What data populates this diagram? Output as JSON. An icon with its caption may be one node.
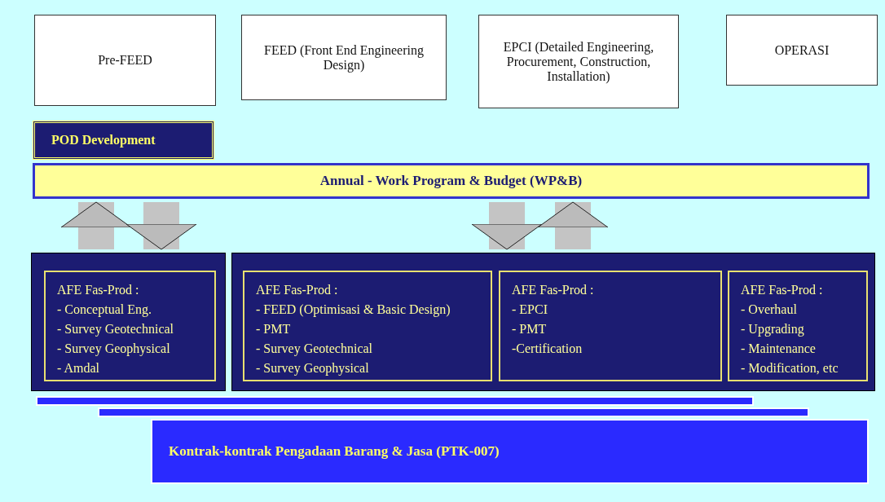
{
  "diagram": {
    "nodes": [
      {
        "text": [
          "Pre-FEED"
        ]
      },
      {
        "text": [
          "FEED (Front End Engineering Design)"
        ]
      },
      {
        "text": [
          "EPCI (Detailed Engineering, Procurement, Construction, Installation)"
        ]
      },
      {
        "text": [
          "OPERASI"
        ]
      },
      {
        "text": [
          "POD Development"
        ]
      },
      {
        "text": [
          "Annual - Work Program & Budget (WP&B)"
        ]
      },
      {
        "text": [],
        "shape": "box"
      },
      {
        "text": [
          "AFE Fas-Prod :",
          "- Conceptual Eng.",
          "- Survey Geotechnical",
          "- Survey Geophysical",
          "- Amdal"
        ],
        "in": 6
      },
      {
        "text": [],
        "shape": "box"
      },
      {
        "text": [
          "AFE Fas-Prod :",
          "- FEED (Optimisasi & Basic Design)",
          "- PMT",
          "- Survey Geotechnical",
          "- Survey Geophysical"
        ],
        "in": 8
      },
      {
        "text": [
          "AFE Fas-Prod :",
          "- EPCI",
          "- PMT",
          "-Certification"
        ],
        "in": 8
      },
      {
        "text": [
          "AFE Fas-Prod :",
          "- Overhaul",
          "- Upgrading",
          "- Maintenance",
          "- Modification, etc"
        ],
        "in": 8
      },
      {
        "text": [],
        "shape": "box"
      },
      {
        "text": [],
        "shape": "box"
      },
      {
        "text": [
          "Kontrak-kontrak Pengadaan Barang & Jasa (PTK-007)"
        ]
      }
    ],
    "edges": [
      {
        "from": 6,
        "to": 5,
        "arrow": "to"
      },
      {
        "from": 5,
        "to": 6,
        "arrow": "to"
      },
      {
        "from": 5,
        "to": 8,
        "arrow": "to"
      },
      {
        "from": 8,
        "to": 5,
        "arrow": "to"
      }
    ]
  }
}
